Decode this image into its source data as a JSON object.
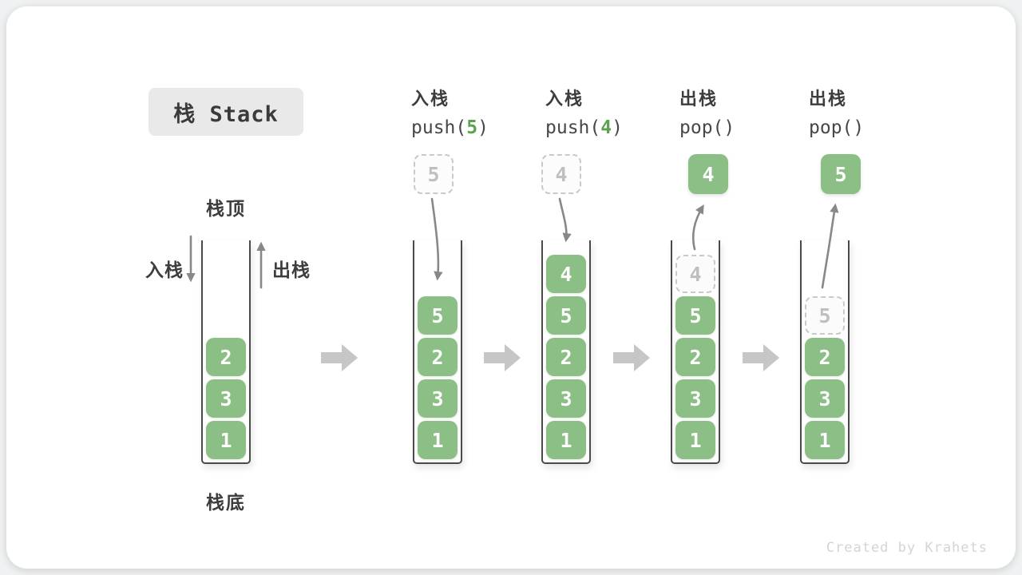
{
  "title": "栈 Stack",
  "labels": {
    "stack_top": "栈顶",
    "stack_bottom": "栈底",
    "push_side": "入栈",
    "pop_side": "出栈"
  },
  "operations": [
    {
      "label": "入栈",
      "code_pre": "push(",
      "code_arg": "5",
      "code_post": ")"
    },
    {
      "label": "入栈",
      "code_pre": "push(",
      "code_arg": "4",
      "code_post": ")"
    },
    {
      "label": "出栈",
      "code_pre": "pop()",
      "code_arg": "",
      "code_post": ""
    },
    {
      "label": "出栈",
      "code_pre": "pop()",
      "code_arg": "",
      "code_post": ""
    }
  ],
  "stacks": [
    {
      "blocks": [
        "2",
        "3",
        "1"
      ]
    },
    {
      "float": "5",
      "float_style": "dashed",
      "blocks": [
        "5",
        "2",
        "3",
        "1"
      ]
    },
    {
      "float": "4",
      "float_style": "dashed",
      "blocks": [
        "4",
        "5",
        "2",
        "3",
        "1"
      ]
    },
    {
      "float": "4",
      "float_style": "solid",
      "ghost": "4",
      "blocks": [
        "5",
        "2",
        "3",
        "1"
      ]
    },
    {
      "float": "5",
      "float_style": "solid",
      "ghost": "5",
      "blocks": [
        "2",
        "3",
        "1"
      ]
    }
  ],
  "watermark": "Created by Krahets",
  "colors": {
    "green": "#8bbf85",
    "arg-green": "#5ba150",
    "dashed-border": "#c9c9c9",
    "ghost-text": "#bfbfbf",
    "arrow": "#888888",
    "block-arrow": "#c6c6c6",
    "wall": "#4a4a4a",
    "label": "#3d3d3d",
    "title-bg": "#e9e9e9",
    "watermark": "#d4d4d4",
    "card-bg": "#ffffff",
    "page-bg": "#eff1f2"
  }
}
